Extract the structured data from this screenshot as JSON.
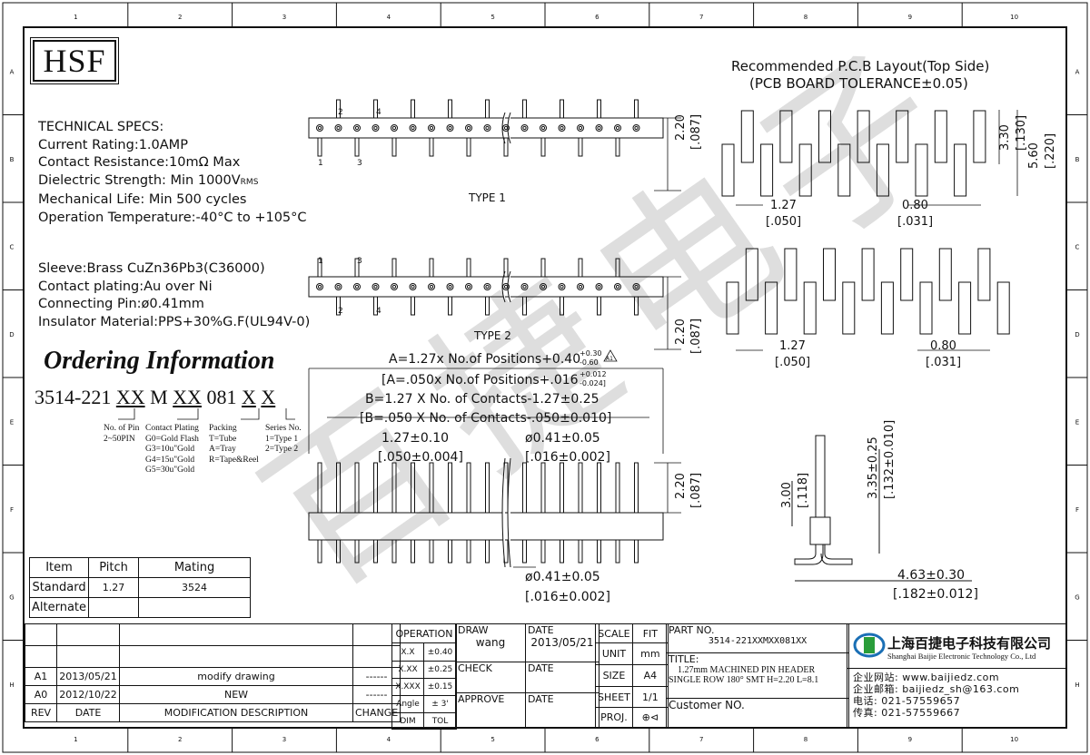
{
  "frame": {
    "columns": [
      "1",
      "2",
      "3",
      "4",
      "5",
      "6",
      "7",
      "8",
      "9",
      "10"
    ],
    "rows": [
      "A",
      "B",
      "C",
      "D",
      "E",
      "F",
      "G",
      "H"
    ]
  },
  "logo": {
    "text": "HSF"
  },
  "tech_specs": {
    "title": "TECHNICAL SPECS:",
    "lines": [
      "Current Rating:1.0AMP",
      "Contact Resistance:10mΩ  Max",
      "Dielectric Strength: Min 1000V",
      "Mechanical Life: Min 500 cycles",
      "Operation Temperature:-40°C to +105°C"
    ],
    "rms_sub": "RMS"
  },
  "materials": {
    "lines": [
      "Sleeve:Brass CuZn36Pb3(C36000)",
      "Contact plating:Au over Ni",
      "Connecting Pin:ø0.41mm",
      "Insulator Material:PPS+30%G.F(UL94V-0)"
    ]
  },
  "ordering": {
    "title": "Ordering Information",
    "part_prefix": "3514-221",
    "seg1": "XX",
    "mid1": "M",
    "seg2": "XX",
    "mid2": "081",
    "seg3": "X",
    "seg4": "X",
    "legend": {
      "pins_title": "No. of Pin",
      "pins_range": "2~50PIN",
      "plating_title": "Contact Plating",
      "plating_options": [
        "G0=Gold Flash",
        "G3=10u\"Gold",
        "G4=15u\"Gold",
        "G5=30u\"Gold"
      ],
      "packing_title": "Packing",
      "packing_options": [
        "T=Tube",
        "A=Tray",
        "R=Tape&Reel"
      ],
      "series_title": "Series No.",
      "series_options": [
        "1=Type 1",
        "2=Type 2"
      ]
    }
  },
  "mating_table": {
    "headers": [
      "Item",
      "Pitch",
      "Mating"
    ],
    "rows": [
      [
        "Standard",
        "1.27",
        "3524"
      ],
      [
        "Alternate",
        "",
        ""
      ]
    ]
  },
  "drawing": {
    "type1_label": "TYPE 1",
    "type2_label": "TYPE 2",
    "pin_numbers": [
      "1",
      "2",
      "3",
      "4"
    ],
    "dim_220": "2.20",
    "dim_087": "[.087]",
    "dim_A": "A=1.27x No.of Positions+0.40",
    "dim_A_tol_up": "+0.30",
    "dim_A_tol_dn": "-0.60",
    "dim_A_note": "A1",
    "dim_A_in": "[A=.050x No.of Positions+.016",
    "dim_A_in_tol_up": "+0.012",
    "dim_A_in_tol_dn": "-0.024]",
    "dim_B": "B=1.27 X No. of Contacts-1.27±0.25",
    "dim_B_in": "[B=.050 X No. of Contacts-.050±0.010]",
    "dim_pitch": "1.27±0.10",
    "dim_pitch_in": "[.050±0.004]",
    "dim_pin": "ø0.41±0.05",
    "dim_pin_in": "[.016±0.002]",
    "dim_pin2": "ø0.41±0.05",
    "dim_pin2_in": "[.016±0.002]",
    "dim_220b": "2.20",
    "dim_087b": "[.087]",
    "side_300": "3.00",
    "side_118": "[.118]",
    "side_335": "3.35±0.25",
    "side_132": "[.132±0.010]",
    "side_463": "4.63±0.30",
    "side_182": "[.182±0.012]"
  },
  "pcb_layout": {
    "title": "Recommended P.C.B Layout(Top Side)",
    "subtitle": "(PCB BOARD TOLERANCE±0.05)",
    "dim_330": "3.30",
    "dim_130": "[.130]",
    "dim_560": "5.60",
    "dim_220": "[.220]",
    "dim_127": "1.27",
    "dim_050": "[.050]",
    "dim_080": "0.80",
    "dim_031": "[.031]",
    "dim_127b": "1.27",
    "dim_050b": "[.050]",
    "dim_080b": "0.80",
    "dim_031b": "[.031]"
  },
  "watermark": "百捷电子",
  "title_block": {
    "revisions": [
      {
        "rev": "A1",
        "date": "2013/05/21",
        "desc": "modify drawing",
        "change": "------"
      },
      {
        "rev": "A0",
        "date": "2012/10/22",
        "desc": "NEW",
        "change": "------"
      }
    ],
    "rev_header": {
      "rev": "REV",
      "date": "DATE",
      "desc": "MODIFICATION  DESCRIPTION",
      "change": "CHANGE"
    },
    "operation": "OPERATION",
    "tolerances": [
      [
        "X.X",
        "±0.40"
      ],
      [
        "X.XX",
        "±0.25"
      ],
      [
        "X.XXX",
        "±0.15"
      ],
      [
        "Angle",
        "± 3'"
      ],
      [
        "DIM",
        "TOL"
      ]
    ],
    "draw_label": "DRAW",
    "draw_name": "wang",
    "check_label": "CHECK",
    "approve_label": "APPROVE",
    "date_label": "DATE",
    "draw_date": "2013/05/21",
    "scale_label": "SCALE",
    "fit_label": "FIT",
    "unit_label": "UNIT",
    "unit_value": "mm",
    "size_label": "SIZE",
    "size_value": "A4",
    "sheet_label": "SHEET",
    "sheet_value": "1/1",
    "proj_label": "PROJ.",
    "part_no_label": "PART NO.",
    "part_no": "3514-221XXMXX081XX",
    "title_label": "TITLE:",
    "title_line1": "1.27mm MACHINED PIN HEADER",
    "title_line2": "SINGLE ROW 180° SMT H=2.20 L=8.1",
    "customer_label": "Customer NO.",
    "company_cn": "上海百捷电子科技有限公司",
    "company_en": "Shanghai Baijie Electronic Technology Co., Ltd",
    "website": "企业网站: www.baijiedz.com",
    "email": "企业邮箱: baijiedz_sh@163.com",
    "tel": "电话: 021-57559657",
    "fax": "传真: 021-57559667"
  }
}
